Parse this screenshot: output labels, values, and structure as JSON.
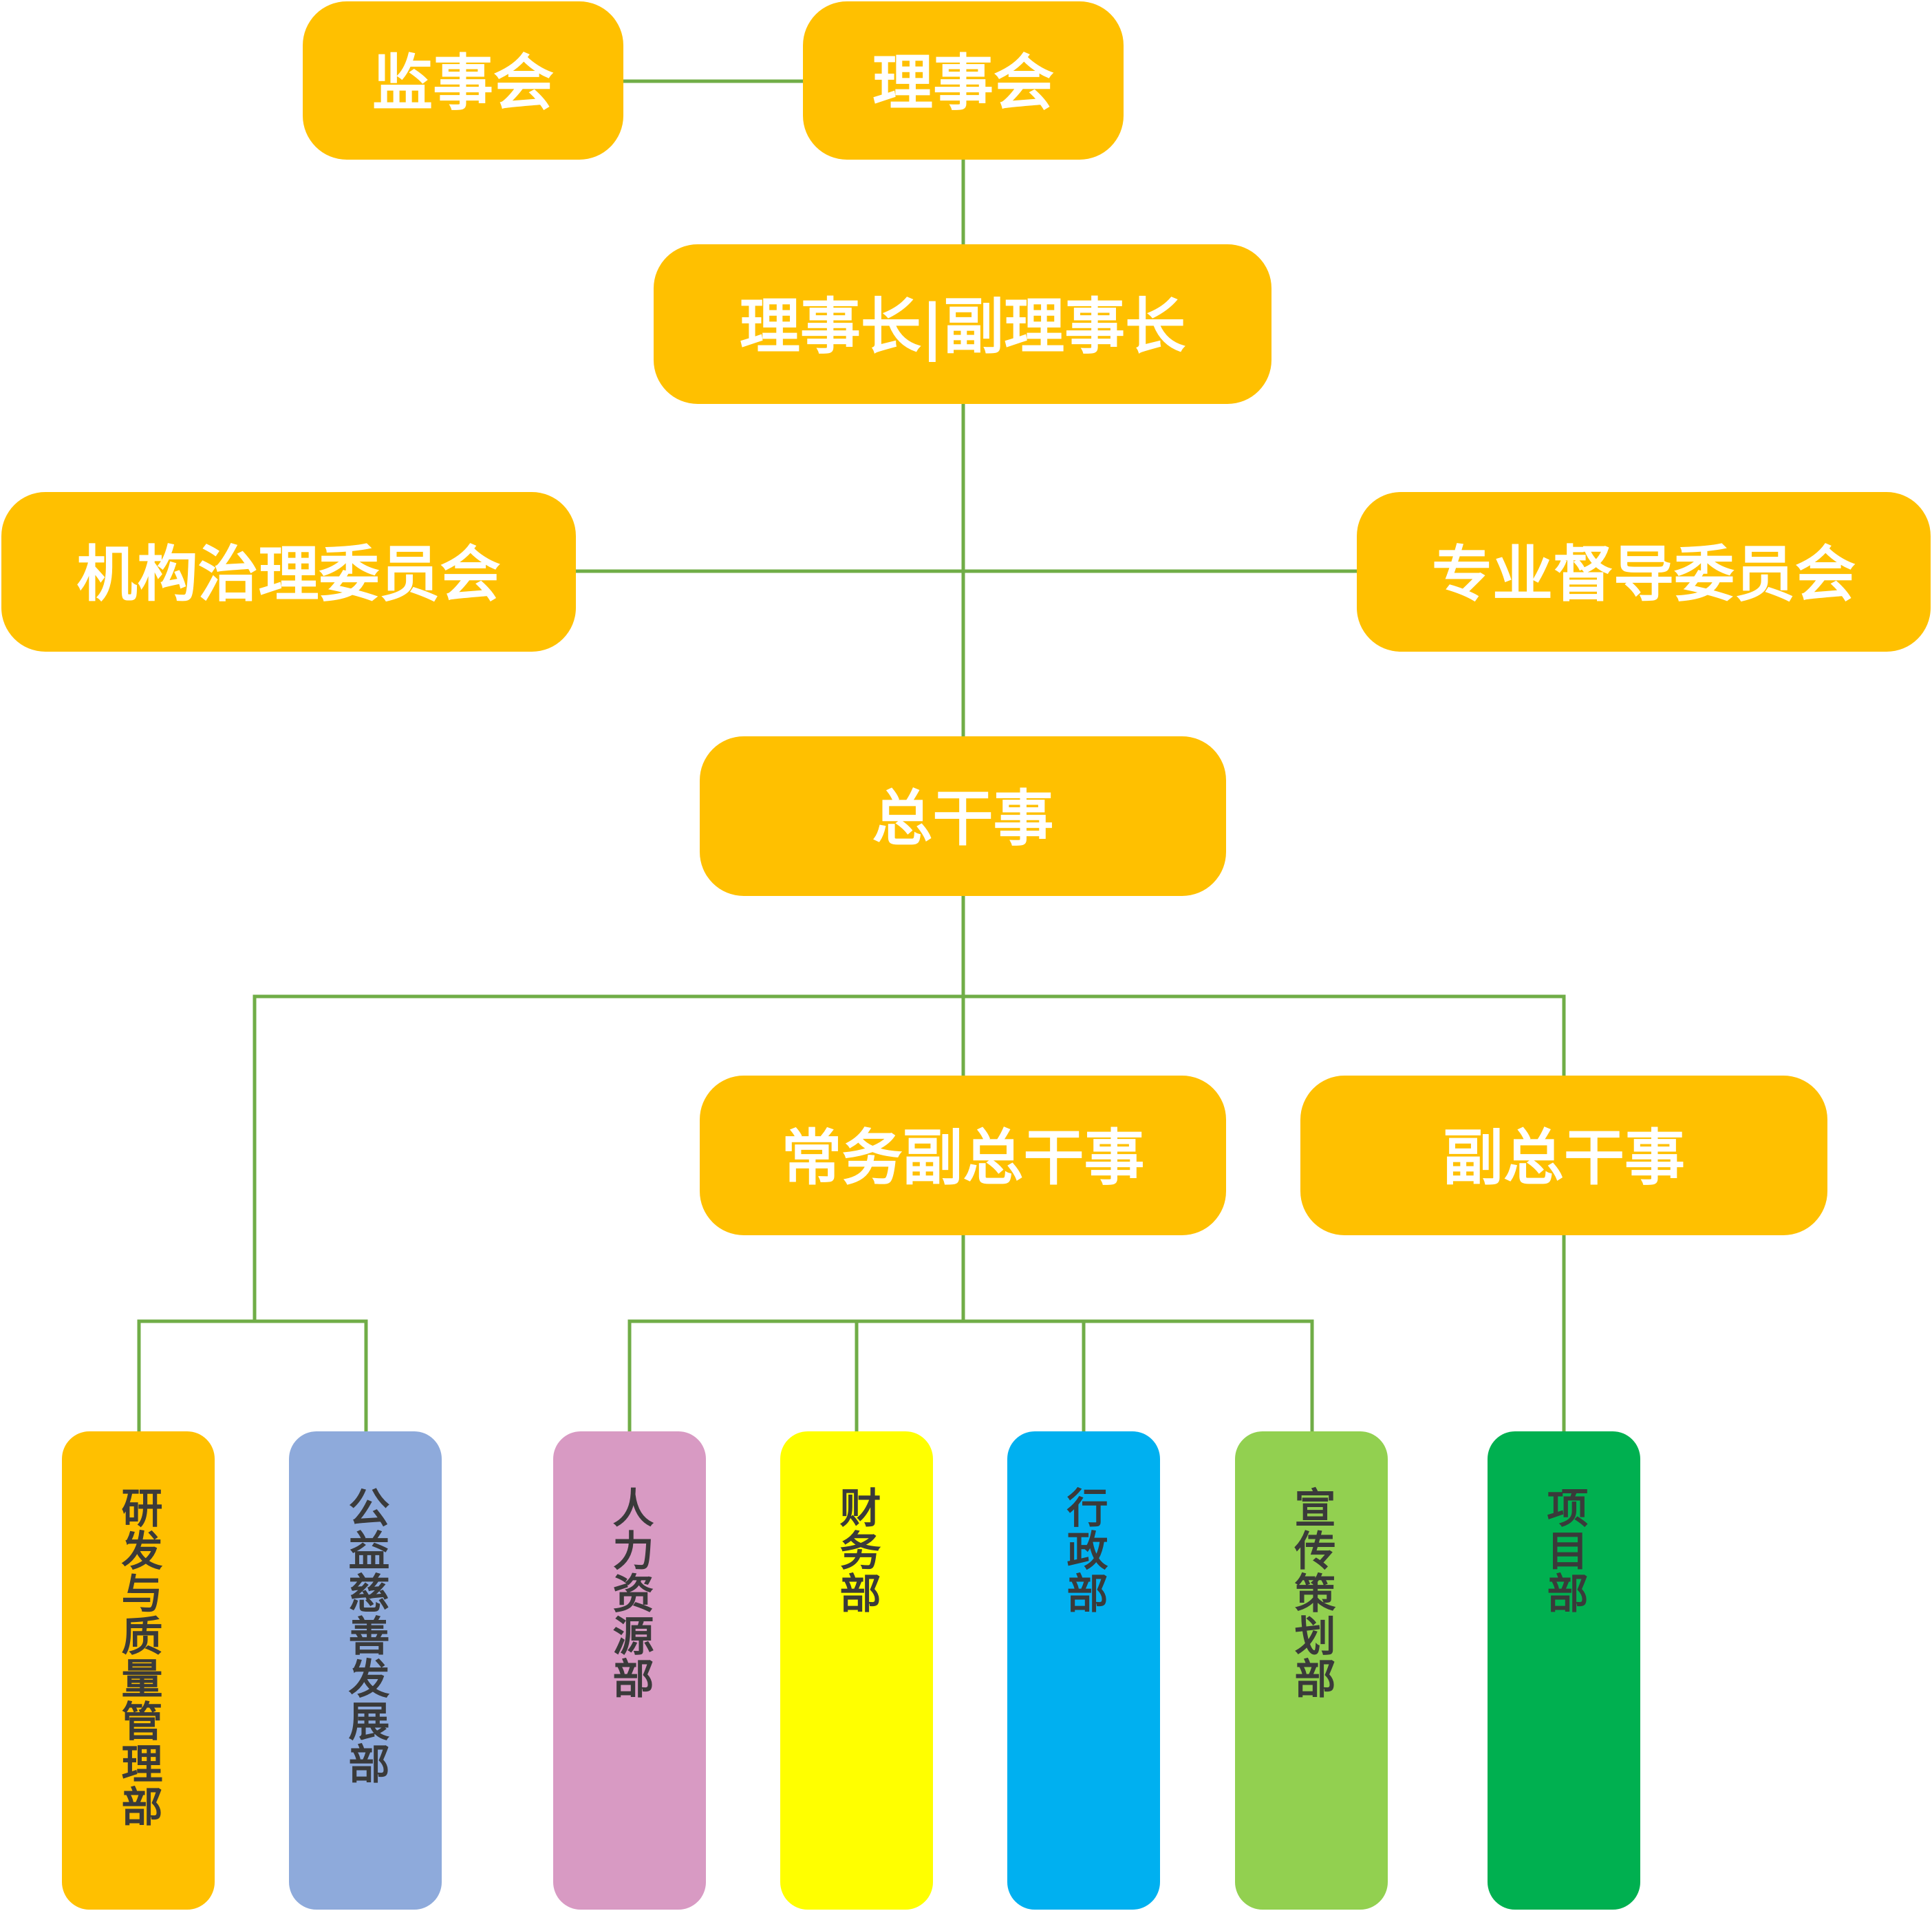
{
  "colors": {
    "line": "#70ad47",
    "node_fill": "#ffc000",
    "node_text": "#ffffff",
    "dept_text": "#3a3a3a"
  },
  "nodes": {
    "supervisory_board": "监事会",
    "council": "理事会",
    "chairman": "理事长|副理事长",
    "governance_committee": "机构治理委员会",
    "professional_committee": "专业督导委员会",
    "secretary_general": "总干事",
    "executive_deputy": "常务副总干事",
    "deputy": "副总干事"
  },
  "departments": [
    {
      "label": "研发与质量管理部",
      "color": "#ffc000"
    },
    {
      "label": "公益慈善发展部",
      "color": "#8eaadb"
    },
    {
      "label": "人力资源部",
      "color": "#d89ac3"
    },
    {
      "label": "财务部",
      "color": "#ffff00"
    },
    {
      "label": "行政部",
      "color": "#00b0f0"
    },
    {
      "label": "宣传策划部",
      "color": "#92d050"
    },
    {
      "label": "项目部",
      "color": "#00b050"
    }
  ]
}
